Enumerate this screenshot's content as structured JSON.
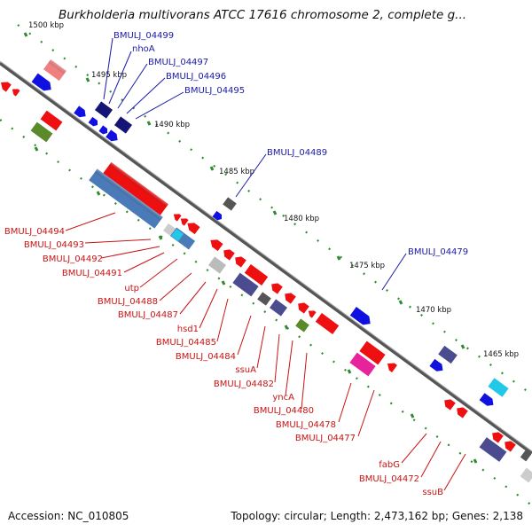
{
  "title": "Burkholderia multivorans ATCC 17616 chromosome 2, complete g...",
  "accession_text": "Accession: NC_010805",
  "summary_text": "Topology: circular; Length: 2,473,162 bp; Genes: 2,138",
  "colors": {
    "forward_label": "#1a1aa8",
    "reverse_label": "#c81414",
    "forward_gene": "#1010e0",
    "reverse_gene": "#ee1010",
    "backbone": "#888888",
    "tick": "#2e8b2e"
  },
  "ticks": [
    "1500 kbp",
    "1495 kbp",
    "1490 kbp",
    "1485 kbp",
    "1480 kbp",
    "1475 kbp",
    "1470 kbp",
    "1465 kbp"
  ],
  "forward_labels": [
    "BMULJ_04499",
    "nhoA",
    "BMULJ_04497",
    "BMULJ_04496",
    "BMULJ_04495",
    "BMULJ_04489",
    "BMULJ_04479"
  ],
  "reverse_labels": [
    "BMULJ_04494",
    "BMULJ_04493",
    "BMULJ_04492",
    "BMULJ_04491",
    "utp",
    "BMULJ_04488",
    "BMULJ_04487",
    "hsd1",
    "BMULJ_04485",
    "BMULJ_04484",
    "ssuA",
    "BMULJ_04482",
    "yncA",
    "BMULJ_04480",
    "BMULJ_04478",
    "BMULJ_04477",
    "fabG",
    "BMULJ_04472",
    "ssuB"
  ]
}
